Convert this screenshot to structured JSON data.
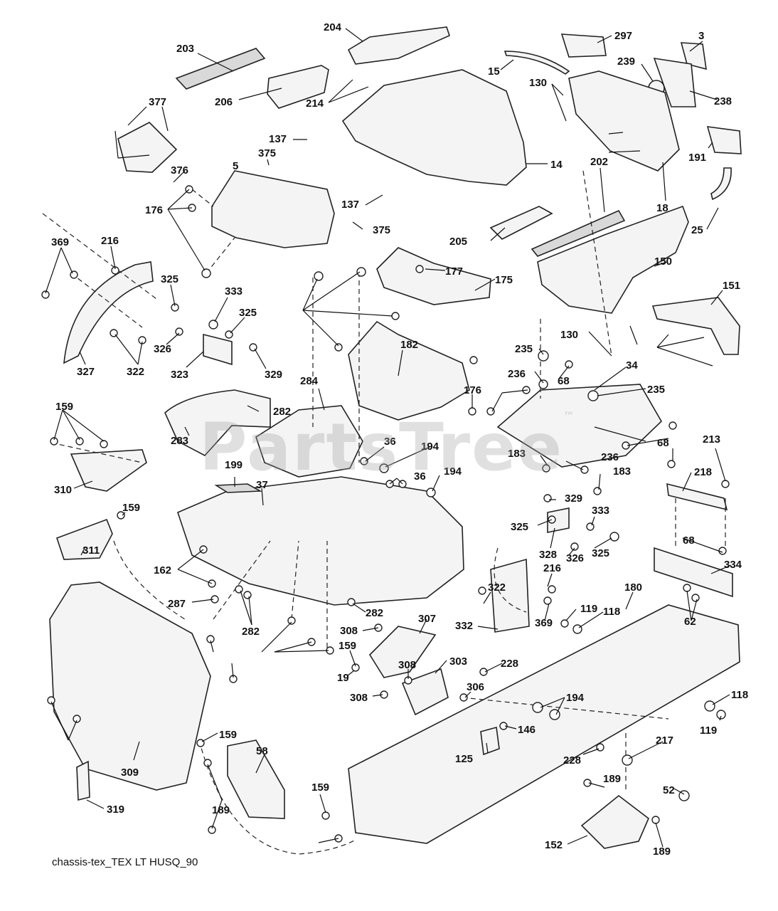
{
  "diagram": {
    "watermark": "PartsTree",
    "watermark_mark": "™",
    "caption": "chassis-tex_TEX LT HUSQ_90",
    "callouts": [
      "203",
      "204",
      "297",
      "3",
      "206",
      "214",
      "15",
      "239",
      "238",
      "130",
      "377",
      "137",
      "191",
      "375",
      "5",
      "14",
      "18",
      "376",
      "176",
      "137",
      "202",
      "375",
      "25",
      "205",
      "150",
      "369",
      "216",
      "177",
      "175",
      "325",
      "333",
      "151",
      "325",
      "327",
      "322",
      "326",
      "323",
      "329",
      "130",
      "235",
      "182",
      "34",
      "236",
      "68",
      "159",
      "282",
      "176",
      "235",
      "284",
      "283",
      "36",
      "194",
      "183",
      "68",
      "236",
      "213",
      "218",
      "199",
      "36",
      "194",
      "37",
      "183",
      "310",
      "329",
      "159",
      "325",
      "333",
      "328",
      "326",
      "325",
      "68",
      "311",
      "162",
      "216",
      "334",
      "322",
      "180",
      "287",
      "282",
      "119",
      "118",
      "369",
      "282",
      "307",
      "62",
      "332",
      "308",
      "159",
      "303",
      "308",
      "228",
      "19",
      "308",
      "306",
      "194",
      "118",
      "119",
      "146",
      "309",
      "159",
      "125",
      "217",
      "228",
      "58",
      "189",
      "159",
      "52",
      "319",
      "189",
      "152",
      "189"
    ]
  }
}
